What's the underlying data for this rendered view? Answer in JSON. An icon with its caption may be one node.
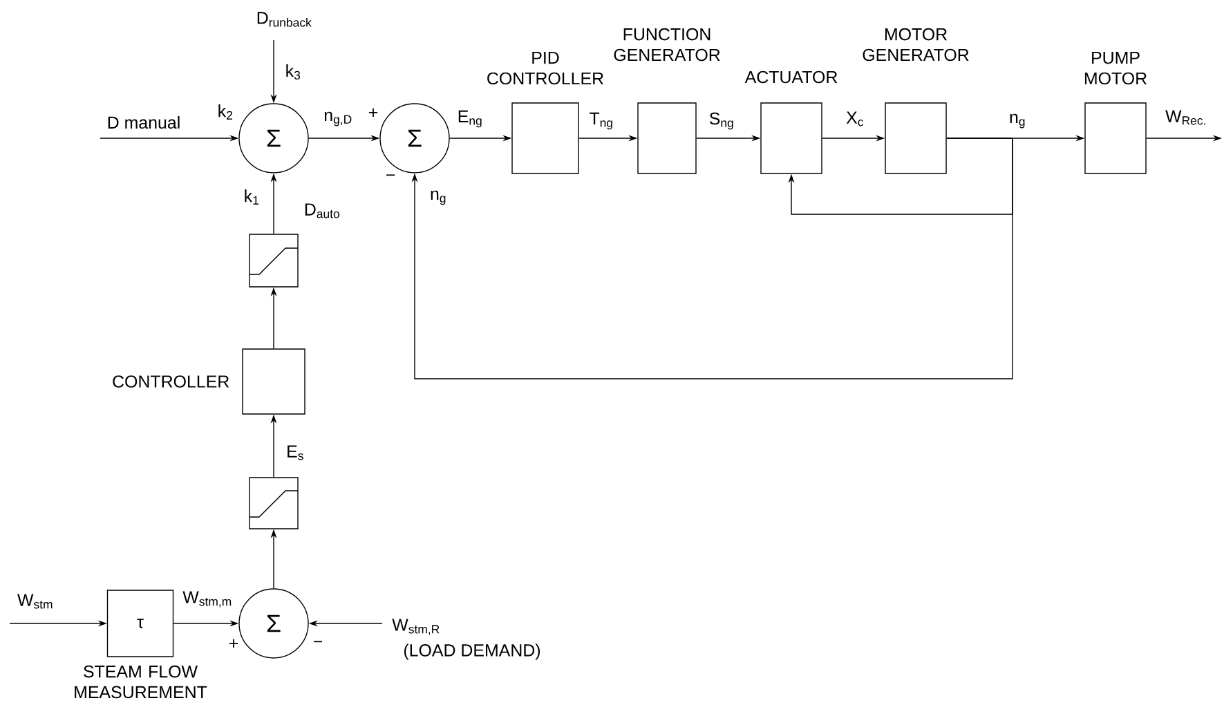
{
  "diagram": {
    "nodes": [
      {
        "text": [
          "Σ"
        ]
      },
      {
        "text": [
          "Σ"
        ]
      },
      {
        "text": [
          "PID CONTROLLER"
        ]
      },
      {
        "text": [
          "FUNCTION GENERATOR"
        ]
      },
      {
        "text": [
          "ACTUATOR"
        ]
      },
      {
        "text": [
          "MOTOR GENERATOR"
        ]
      },
      {
        "text": [
          "PUMP MOTOR"
        ]
      },
      {
        "text": [],
        "shape": "box"
      },
      {
        "text": [
          "CONTROLLER"
        ]
      },
      {
        "text": [],
        "shape": "box"
      },
      {
        "text": [
          "Σ"
        ]
      },
      {
        "text": [
          "τ",
          "STEAM FLOW MEASUREMENT"
        ]
      }
    ],
    "edges": [
      {
        "from": null,
        "to": 0,
        "arrow": "to",
        "label": "D manual"
      },
      {
        "from": null,
        "to": 0,
        "arrow": "to",
        "label": "D$_{runback}$"
      },
      {
        "from": 7,
        "to": 0,
        "arrow": "to",
        "label": "D$_{auto}$"
      },
      {
        "from": 0,
        "to": 1,
        "arrow": "to",
        "label": "n$_{g,D}$"
      },
      {
        "from": 1,
        "to": 2,
        "arrow": "to",
        "label": "E$_{ng}$"
      },
      {
        "from": 2,
        "to": 3,
        "arrow": "to",
        "label": "T$_{ng}$"
      },
      {
        "from": 3,
        "to": 4,
        "arrow": "to",
        "label": "S$_{ng}$"
      },
      {
        "from": 4,
        "to": 5,
        "arrow": "to",
        "label": "X$_{c}$"
      },
      {
        "from": 5,
        "to": 6,
        "arrow": "to",
        "label": "n$_{g}$"
      },
      {
        "from": 6,
        "to": null,
        "arrow": "to",
        "label": "W$_{Rec.}$"
      },
      {
        "from": 5,
        "to": 4,
        "arrow": "to"
      },
      {
        "from": 5,
        "to": 1,
        "arrow": "to",
        "label": "n$_{g}$"
      },
      {
        "from": 8,
        "to": 7,
        "arrow": "to"
      },
      {
        "from": 9,
        "to": 8,
        "arrow": "to",
        "label": "E$_{s}$"
      },
      {
        "from": 10,
        "to": 9,
        "arrow": "to"
      },
      {
        "from": 11,
        "to": 10,
        "arrow": "to",
        "label": "W$_{stm,m}$"
      },
      {
        "from": null,
        "to": 11,
        "arrow": "to",
        "label": "W$_{stm}$"
      },
      {
        "from": null,
        "to": 10,
        "arrow": "to",
        "label": "W$_{stm,R}$"
      }
    ],
    "labels": [
      "k$_{3}$",
      "k$_{2}$",
      "k$_{1}$",
      "+",
      "−",
      "+",
      "−",
      "(LOAD DEMAND)"
    ]
  }
}
